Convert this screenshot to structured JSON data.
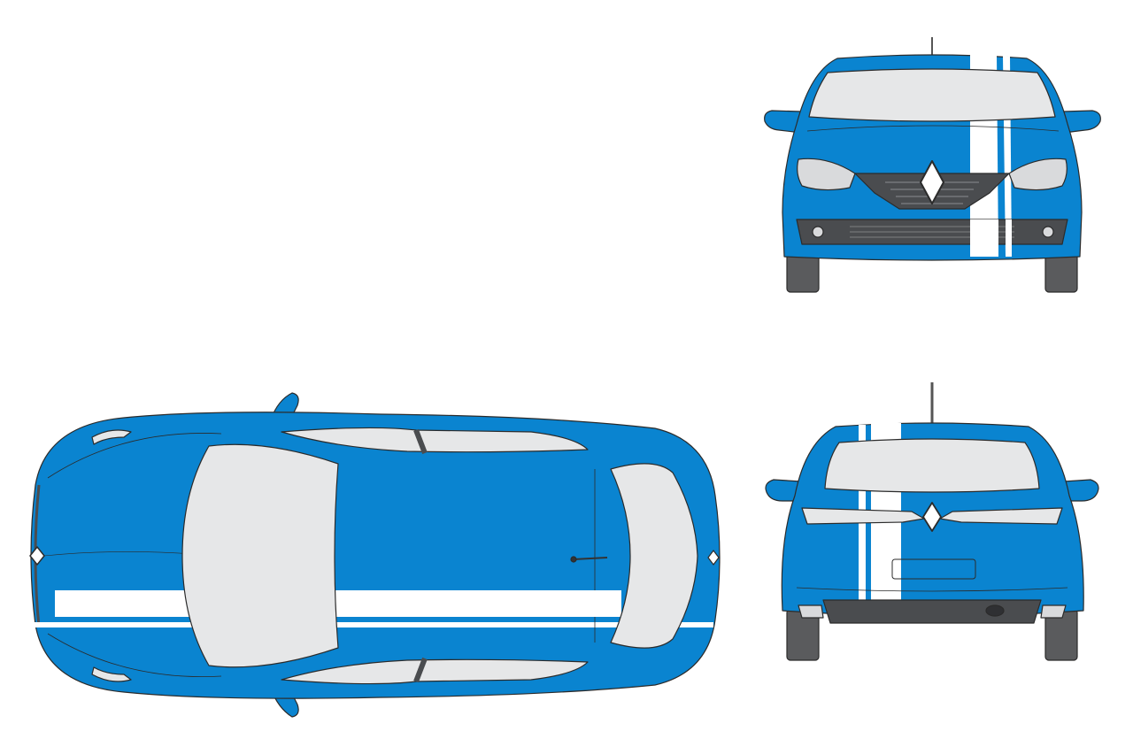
{
  "image": {
    "subject": "livery-template",
    "views": [
      "front",
      "rear",
      "top"
    ]
  },
  "colors": {
    "body": "#0a84d0",
    "body_dark": "#0672b6",
    "stripe": "#ffffff",
    "glass": "#e6e7e8",
    "outline": "#2b2b2b",
    "tyre": "#5a5b5d",
    "grille": "#4a4c4f",
    "light": "#d9dadc"
  },
  "icons": {
    "front_logo": "diamond-logo-icon",
    "rear_logo": "diamond-logo-icon",
    "top_logo": "diamond-logo-icon"
  }
}
